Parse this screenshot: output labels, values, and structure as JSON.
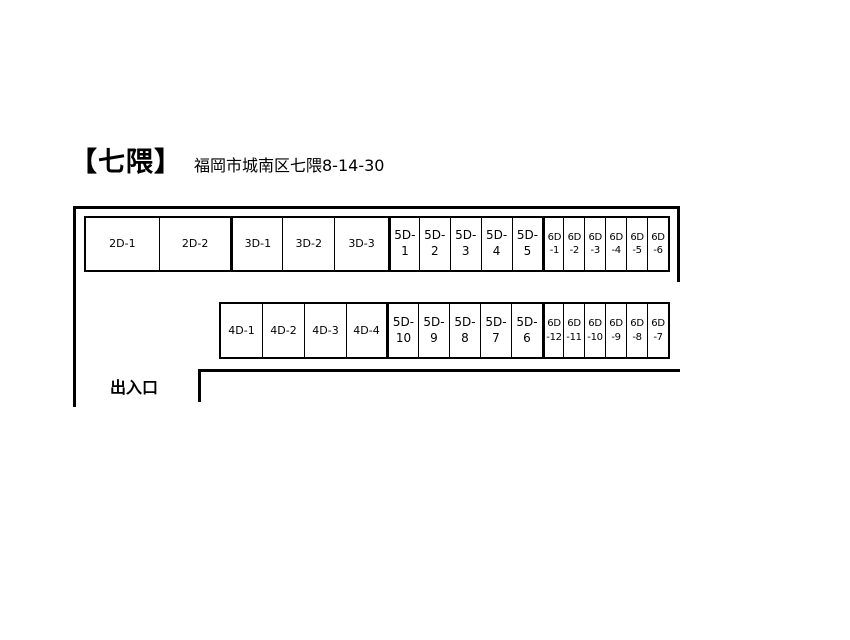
{
  "header": {
    "title": "【七隈】",
    "address": "福岡市城南区七隈8-14-30"
  },
  "entrance_label": "出入口",
  "row_top": [
    {
      "l1": "2D-1",
      "l2": ""
    },
    {
      "l1": "2D-2",
      "l2": ""
    },
    {
      "l1": "3D-1",
      "l2": ""
    },
    {
      "l1": "3D-2",
      "l2": ""
    },
    {
      "l1": "3D-3",
      "l2": ""
    },
    {
      "l1": "5D-",
      "l2": "1"
    },
    {
      "l1": "5D-",
      "l2": "2"
    },
    {
      "l1": "5D-",
      "l2": "3"
    },
    {
      "l1": "5D-",
      "l2": "4"
    },
    {
      "l1": "5D-",
      "l2": "5"
    },
    {
      "l1": "6D",
      "l2": "-1"
    },
    {
      "l1": "6D",
      "l2": "-2"
    },
    {
      "l1": "6D",
      "l2": "-3"
    },
    {
      "l1": "6D",
      "l2": "-4"
    },
    {
      "l1": "6D",
      "l2": "-5"
    },
    {
      "l1": "6D",
      "l2": "-6"
    }
  ],
  "row_bottom": [
    {
      "l1": "4D-1",
      "l2": ""
    },
    {
      "l1": "4D-2",
      "l2": ""
    },
    {
      "l1": "4D-3",
      "l2": ""
    },
    {
      "l1": "4D-4",
      "l2": ""
    },
    {
      "l1": "5D-",
      "l2": "10"
    },
    {
      "l1": "5D-",
      "l2": "9"
    },
    {
      "l1": "5D-",
      "l2": "8"
    },
    {
      "l1": "5D-",
      "l2": "7"
    },
    {
      "l1": "5D-",
      "l2": "6"
    },
    {
      "l1": "6D",
      "l2": "-12"
    },
    {
      "l1": "6D",
      "l2": "-11"
    },
    {
      "l1": "6D",
      "l2": "-10"
    },
    {
      "l1": "6D",
      "l2": "-9"
    },
    {
      "l1": "6D",
      "l2": "-8"
    },
    {
      "l1": "6D",
      "l2": "-7"
    }
  ]
}
